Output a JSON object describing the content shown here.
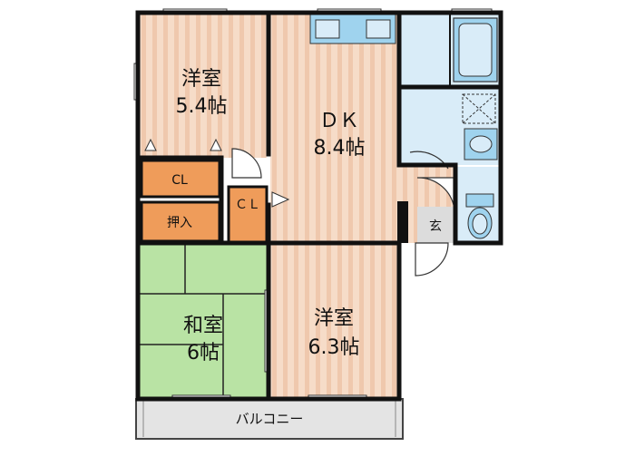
{
  "rooms": {
    "western_room_1": {
      "name": "洋室",
      "size": "5.4帖"
    },
    "dk": {
      "name": "ＤＫ",
      "size": "8.4帖"
    },
    "closet_1": {
      "label": "CL"
    },
    "closet_2": {
      "label": "ＣＬ"
    },
    "oshiire": {
      "label": "押入"
    },
    "japanese_room": {
      "name": "和室",
      "size": "6帖"
    },
    "western_room_2": {
      "name": "洋室",
      "size": "6.3帖"
    },
    "entrance": {
      "label": "玄"
    },
    "balcony": {
      "label": "バルコニー"
    }
  },
  "colors": {
    "wall": "#111111",
    "wood_floor": "#f6dcc8",
    "wood_stripe": "#eec3a6",
    "tatami": "#b9e3a4",
    "closet": "#ef9c5a",
    "wet_area": "#d9ecf8",
    "fixture": "#9fd3ee",
    "entrance_floor": "#dcdcdc",
    "balcony": "#e4e4e4"
  }
}
